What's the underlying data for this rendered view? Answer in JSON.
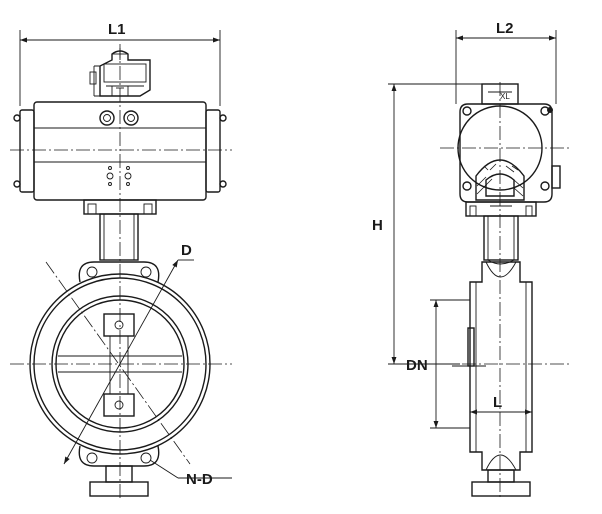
{
  "labels": {
    "l1": "L1",
    "l2": "L2",
    "h": "H",
    "d": "D",
    "dn": "DN",
    "l": "L",
    "nd": "N-D"
  },
  "colors": {
    "line": "#1a1a1a",
    "background": "#ffffff"
  }
}
